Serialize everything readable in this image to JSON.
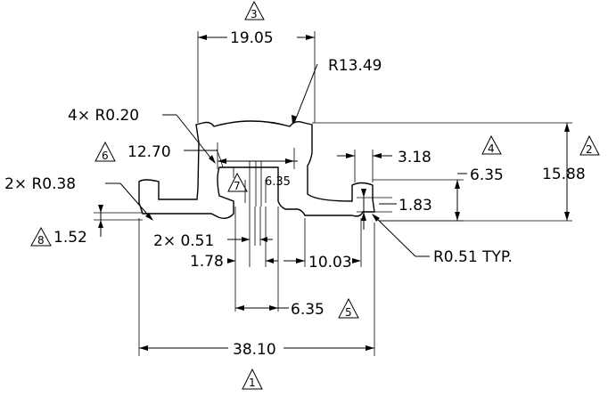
{
  "dimensions": {
    "top_width": "19.05",
    "top_radius": "R13.49",
    "corner_radius": "4× R0.20",
    "inner_width": "12.70",
    "notch_width": "3.18",
    "notch_height": "6.35",
    "total_height": "15.88",
    "step_height": "1.83",
    "fillet_radius": "R0.51 TYP.",
    "side_radius": "2× R0.38",
    "flange_thickness": "1.52",
    "slot_width": "2× 0.51",
    "slot_pitch": "1.78",
    "rail_width": "10.03",
    "center_depth": "6.35",
    "groove_span": "6.35",
    "overall_width": "38.10"
  },
  "callouts": {
    "c1": "1",
    "c2": "2",
    "c3": "3",
    "c4": "4",
    "c5": "5",
    "c6": "6",
    "c7": "7",
    "c8": "8"
  }
}
